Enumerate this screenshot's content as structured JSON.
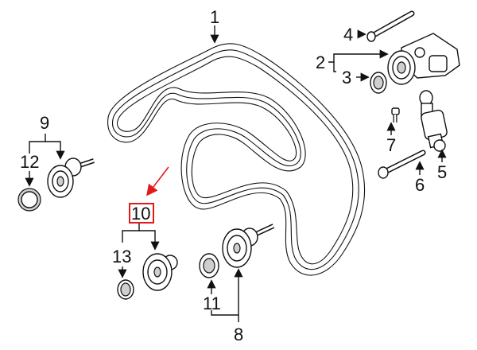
{
  "diagram": {
    "callouts": [
      {
        "id": "c1",
        "text": "1"
      },
      {
        "id": "c2",
        "text": "2"
      },
      {
        "id": "c3",
        "text": "3"
      },
      {
        "id": "c4",
        "text": "4"
      },
      {
        "id": "c5",
        "text": "5"
      },
      {
        "id": "c6",
        "text": "6"
      },
      {
        "id": "c7",
        "text": "7"
      },
      {
        "id": "c8",
        "text": "8"
      },
      {
        "id": "c9",
        "text": "9"
      },
      {
        "id": "c10",
        "text": "10"
      },
      {
        "id": "c11",
        "text": "11"
      },
      {
        "id": "c12",
        "text": "12"
      },
      {
        "id": "c13",
        "text": "13"
      }
    ],
    "highlight": {
      "callout": "10",
      "color": "#e21a1a"
    },
    "line_color": "#111111"
  }
}
